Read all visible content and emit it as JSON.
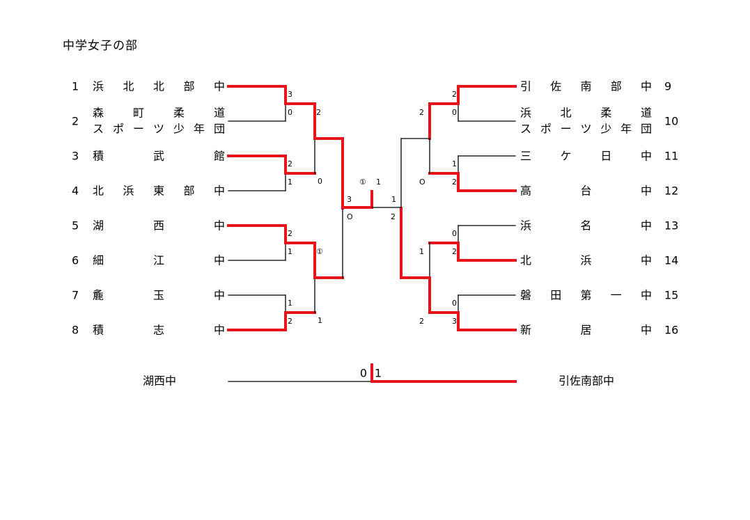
{
  "title": "中学女子の部",
  "colors": {
    "winner": "#e8141b",
    "line": "#000000"
  },
  "teams_left": [
    {
      "seed": "1",
      "name": [
        "浜北北部中"
      ]
    },
    {
      "seed": "2",
      "name": [
        "森町柔道",
        "スポーツ少年団"
      ]
    },
    {
      "seed": "3",
      "name": [
        "積武館"
      ]
    },
    {
      "seed": "4",
      "name": [
        "北浜東部中"
      ]
    },
    {
      "seed": "5",
      "name": [
        "湖西中"
      ]
    },
    {
      "seed": "6",
      "name": [
        "細江中"
      ]
    },
    {
      "seed": "7",
      "name": [
        "麁玉中"
      ]
    },
    {
      "seed": "8",
      "name": [
        "積志中"
      ]
    }
  ],
  "teams_right": [
    {
      "seed": "9",
      "name": [
        "引佐南部中"
      ]
    },
    {
      "seed": "10",
      "name": [
        "浜北柔道",
        "スポーツ少年団"
      ]
    },
    {
      "seed": "11",
      "name": [
        "三ケ日中"
      ]
    },
    {
      "seed": "12",
      "name": [
        "高台中"
      ]
    },
    {
      "seed": "13",
      "name": [
        "浜名中"
      ]
    },
    {
      "seed": "14",
      "name": [
        "北浜中"
      ]
    },
    {
      "seed": "15",
      "name": [
        "磐田第一中"
      ]
    },
    {
      "seed": "16",
      "name": [
        "新居中"
      ]
    }
  ],
  "scores_left": {
    "r1": [
      [
        "3",
        "0"
      ],
      [
        "2",
        "1"
      ],
      [
        "2",
        "1"
      ],
      [
        "1",
        "2"
      ]
    ],
    "r2": [
      [
        "2",
        "0"
      ],
      [
        "①",
        "1"
      ]
    ],
    "r3": [
      [
        "3",
        "O"
      ]
    ]
  },
  "scores_right": {
    "r1": [
      [
        "2",
        "0"
      ],
      [
        "1",
        "2"
      ],
      [
        "0",
        "2"
      ],
      [
        "0",
        "3"
      ]
    ],
    "r2": [
      [
        "2",
        "O"
      ],
      [
        "1",
        "2"
      ]
    ],
    "r3": [
      [
        "1",
        "2"
      ]
    ]
  },
  "semifinal_top": [
    "①",
    "1"
  ],
  "final": {
    "left_team": "湖西中",
    "right_team": "引佐南部中",
    "left_score": "0",
    "right_score": "1"
  }
}
